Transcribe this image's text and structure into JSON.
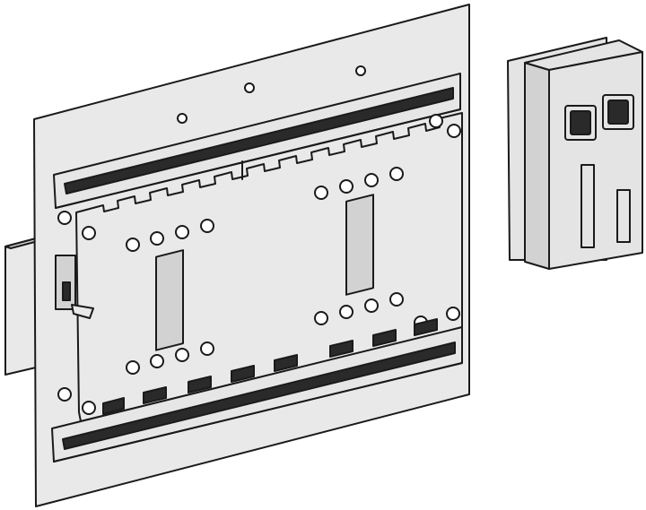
{
  "colors": {
    "background": "#ffffff",
    "stroke": "#1a1a1a",
    "plate_fill": "#e9e9e9",
    "plate_shade": "#d2d2d2",
    "rail_fill": "#e6e6e6",
    "rail_dark": "#2a2a2a",
    "module_fill": "#e4e4e4",
    "hole_fill": "#ffffff"
  },
  "parts": [
    {
      "name": "mounting-plate",
      "icon": "mounting-plate-icon"
    },
    {
      "name": "top-din-rail",
      "icon": "din-rail-icon"
    },
    {
      "name": "bottom-din-rail",
      "icon": "din-rail-icon"
    },
    {
      "name": "breaker-base-frame",
      "icon": "base-frame-icon"
    },
    {
      "name": "side-connector-block",
      "icon": "connector-block-icon"
    },
    {
      "name": "auxiliary-module",
      "icon": "module-box-icon"
    }
  ]
}
